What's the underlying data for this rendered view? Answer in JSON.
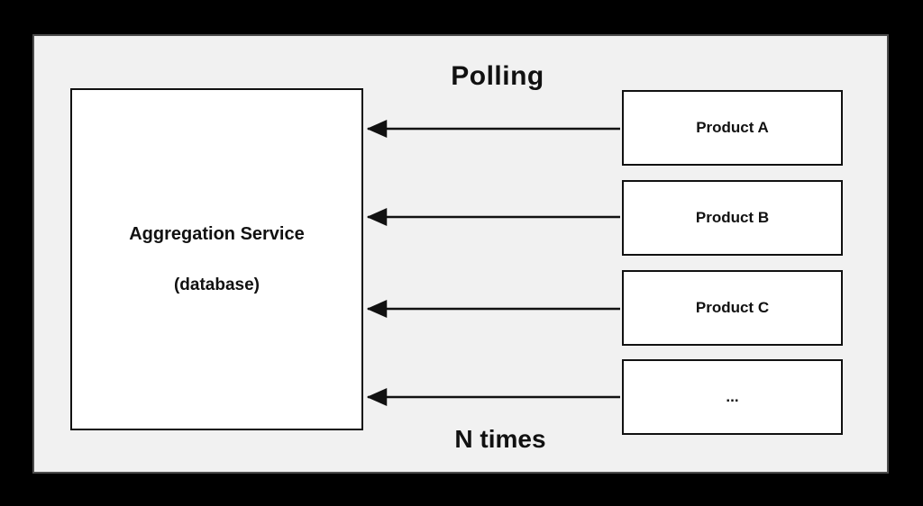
{
  "diagram": {
    "title": "Polling",
    "footer": "N times",
    "aggregation": {
      "line1": "Aggregation Service",
      "line2": "(database)"
    },
    "products": [
      {
        "label": "Product A"
      },
      {
        "label": "Product B"
      },
      {
        "label": "Product C"
      },
      {
        "label": "..."
      }
    ],
    "colors": {
      "frame": "#000000",
      "panel_bg": "#f1f1f1",
      "box_bg": "#ffffff",
      "line": "#111111"
    }
  }
}
